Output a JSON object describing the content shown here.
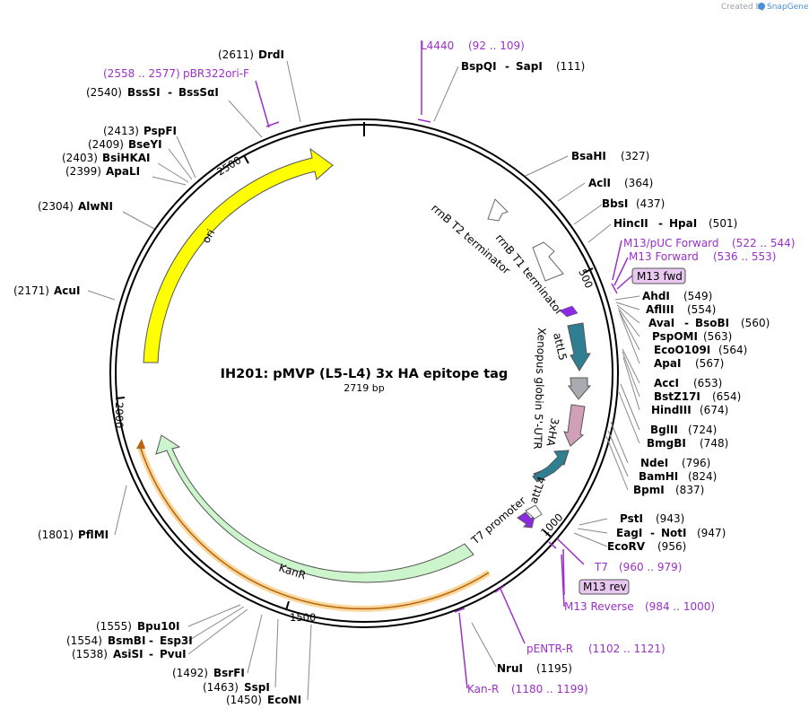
{
  "brand": {
    "prefix": "Created by",
    "name": "SnapGene"
  },
  "plasmid": {
    "name": "IH201: pMVP (L5-L4) 3x HA epitope tag",
    "length_label": "2719 bp"
  },
  "ticks": [
    {
      "label": "500"
    },
    {
      "label": "1000"
    },
    {
      "label": "1500"
    },
    {
      "label": "2000"
    },
    {
      "label": "2500"
    }
  ],
  "features": [
    {
      "name": "ori"
    },
    {
      "name": "KanR"
    },
    {
      "name": "rrnB T2 terminator"
    },
    {
      "name": "rrnB T1 terminator"
    },
    {
      "name": "attL5"
    },
    {
      "name": "Xenopus globin 5'-UTR"
    },
    {
      "name": "3xHA"
    },
    {
      "name": "attL4"
    },
    {
      "name": "T7 promoter"
    }
  ],
  "sites": [
    {
      "pos": "(2611)",
      "name": "DrdI"
    },
    {
      "pos": "(2540)",
      "name": "BssSI",
      "alt": "BssSαI"
    },
    {
      "pos": "(2413)",
      "name": "PspFI"
    },
    {
      "pos": "(2409)",
      "name": "BseYI"
    },
    {
      "pos": "(2403)",
      "name": "BsiHKAI"
    },
    {
      "pos": "(2399)",
      "name": "ApaLI"
    },
    {
      "pos": "(2304)",
      "name": "AlwNI"
    },
    {
      "pos": "(2171)",
      "name": "AcuI"
    },
    {
      "pos": "(1801)",
      "name": "PflMI"
    },
    {
      "pos": "(1555)",
      "name": "Bpu10I"
    },
    {
      "pos": "(1554)",
      "name": "BsmBI",
      "alt": "Esp3I"
    },
    {
      "pos": "(1538)",
      "name": "AsiSI",
      "alt": "PvuI"
    },
    {
      "pos": "(1492)",
      "name": "BsrFI"
    },
    {
      "pos": "(1463)",
      "name": "SspI"
    },
    {
      "pos": "(1450)",
      "name": "EcoNI"
    },
    {
      "pos": "(111)",
      "name": "BspQI",
      "alt": "SapI"
    },
    {
      "pos": "(327)",
      "name": "BsaHI"
    },
    {
      "pos": "(364)",
      "name": "AclI"
    },
    {
      "pos": "(437)",
      "name": "BbsI"
    },
    {
      "pos": "(501)",
      "name": "HincII",
      "alt": "HpaI"
    },
    {
      "pos": "(549)",
      "name": "AhdI"
    },
    {
      "pos": "(554)",
      "name": "AflIII"
    },
    {
      "pos": "(560)",
      "name": "AvaI",
      "alt": "BsoBI"
    },
    {
      "pos": "(563)",
      "name": "PspOMI"
    },
    {
      "pos": "(564)",
      "name": "EcoO109I"
    },
    {
      "pos": "(567)",
      "name": "ApaI"
    },
    {
      "pos": "(653)",
      "name": "AccI"
    },
    {
      "pos": "(654)",
      "name": "BstZ17I"
    },
    {
      "pos": "(674)",
      "name": "HindIII"
    },
    {
      "pos": "(724)",
      "name": "BglII"
    },
    {
      "pos": "(748)",
      "name": "BmgBI"
    },
    {
      "pos": "(796)",
      "name": "NdeI"
    },
    {
      "pos": "(824)",
      "name": "BamHI"
    },
    {
      "pos": "(837)",
      "name": "BpmI"
    },
    {
      "pos": "(943)",
      "name": "PstI"
    },
    {
      "pos": "(947)",
      "name": "EagI",
      "alt": "NotI"
    },
    {
      "pos": "(956)",
      "name": "EcoRV"
    },
    {
      "pos": "(1195)",
      "name": "NruI"
    }
  ],
  "primers": [
    {
      "name": "L4440",
      "range": "(92 .. 109)"
    },
    {
      "name": "pBR322ori-F",
      "range": "(2558 .. 2577)"
    },
    {
      "name": "M13/pUC Forward",
      "range": "(522 .. 544)"
    },
    {
      "name": "M13 Forward",
      "range": "(536 .. 553)"
    },
    {
      "name": "M13 fwd"
    },
    {
      "name": "T7",
      "range": "(960 .. 979)"
    },
    {
      "name": "M13 rev"
    },
    {
      "name": "M13 Reverse",
      "range": "(984 .. 1000)"
    },
    {
      "name": "pENTR-R",
      "range": "(1102 .. 1121)"
    },
    {
      "name": "Kan-R",
      "range": "(1180 .. 1199)"
    }
  ],
  "colors": {
    "ori": "#ffff00",
    "kanr": "#ccf5cc",
    "attl": "#2f7f93",
    "utr": "#a8acb0",
    "ha": "#d0a0b8",
    "t7": "#8a2be2",
    "primer": "#9b30c8",
    "primer_box": "#e8c8f0",
    "orf": "#f5a623",
    "backbone": "#000000"
  }
}
